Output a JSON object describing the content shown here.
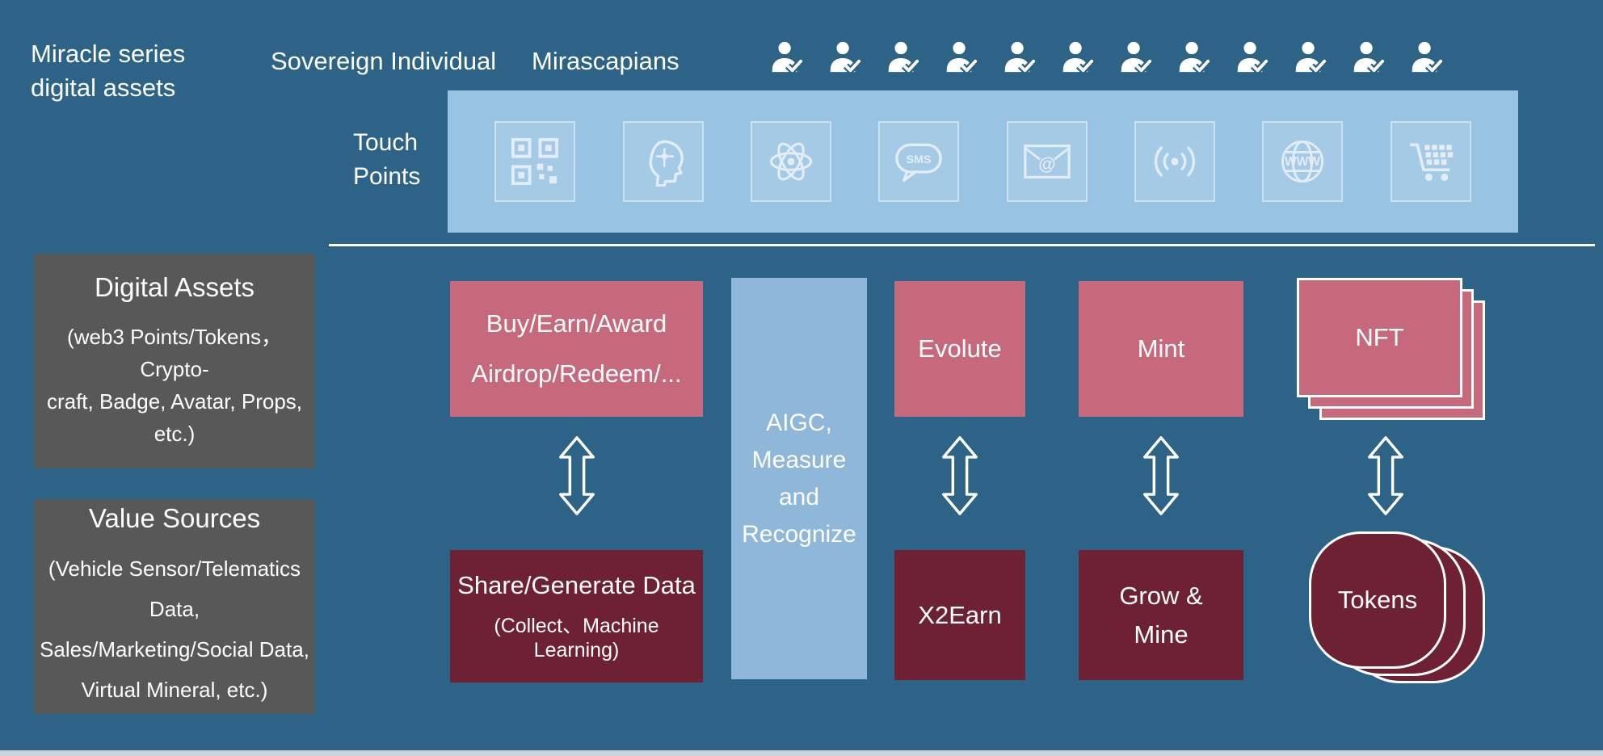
{
  "colors": {
    "background": "#2c6386",
    "light_blue_bar": "#98c3e2",
    "aigc_blue": "#8fb7da",
    "pink": "#c6697c",
    "maroon": "#6e2133",
    "gray_panel": "#585858",
    "text": "#ffffff"
  },
  "header": {
    "title_lines": [
      "Miracle series",
      "digital assets"
    ],
    "sovereign_individual": "Sovereign Individual",
    "mirascapians": "Mirascapians",
    "user_count": 12
  },
  "touch_points": {
    "label_lines": [
      "Touch",
      "Points"
    ],
    "icon_names": [
      "qr-code-icon",
      "ai-head-icon",
      "atom-icon",
      "sms-bubble-icon",
      "email-at-icon",
      "broadcast-signal-icon",
      "www-globe-icon",
      "shopping-cart-icon"
    ],
    "sms_text": "SMS",
    "www_text": "WWW",
    "email_at_text": "@"
  },
  "left_panels": {
    "digital_assets": {
      "title": "Digital Assets",
      "lines": [
        "(web3 Points/Tokens，Crypto-",
        "craft, Badge, Avatar, Props, etc.)"
      ]
    },
    "value_sources": {
      "title": "Value Sources",
      "lines": [
        "(Vehicle Sensor/Telematics Data,",
        "Sales/Marketing/Social Data,",
        "Virtual Mineral, etc.)"
      ]
    }
  },
  "flow": {
    "buy_box_lines": [
      "Buy/Earn/Award",
      "Airdrop/Redeem/..."
    ],
    "aigc_lines": [
      "AIGC,",
      "Measure",
      "and",
      "Recognize"
    ],
    "evolute": "Evolute",
    "mint": "Mint",
    "nft": "NFT",
    "share_box": {
      "title": "Share/Generate Data",
      "subtitle": "(Collect、Machine Learning)"
    },
    "x2earn": "X2Earn",
    "grow_mine_lines": [
      "Grow &",
      "Mine"
    ],
    "tokens": "Tokens"
  }
}
